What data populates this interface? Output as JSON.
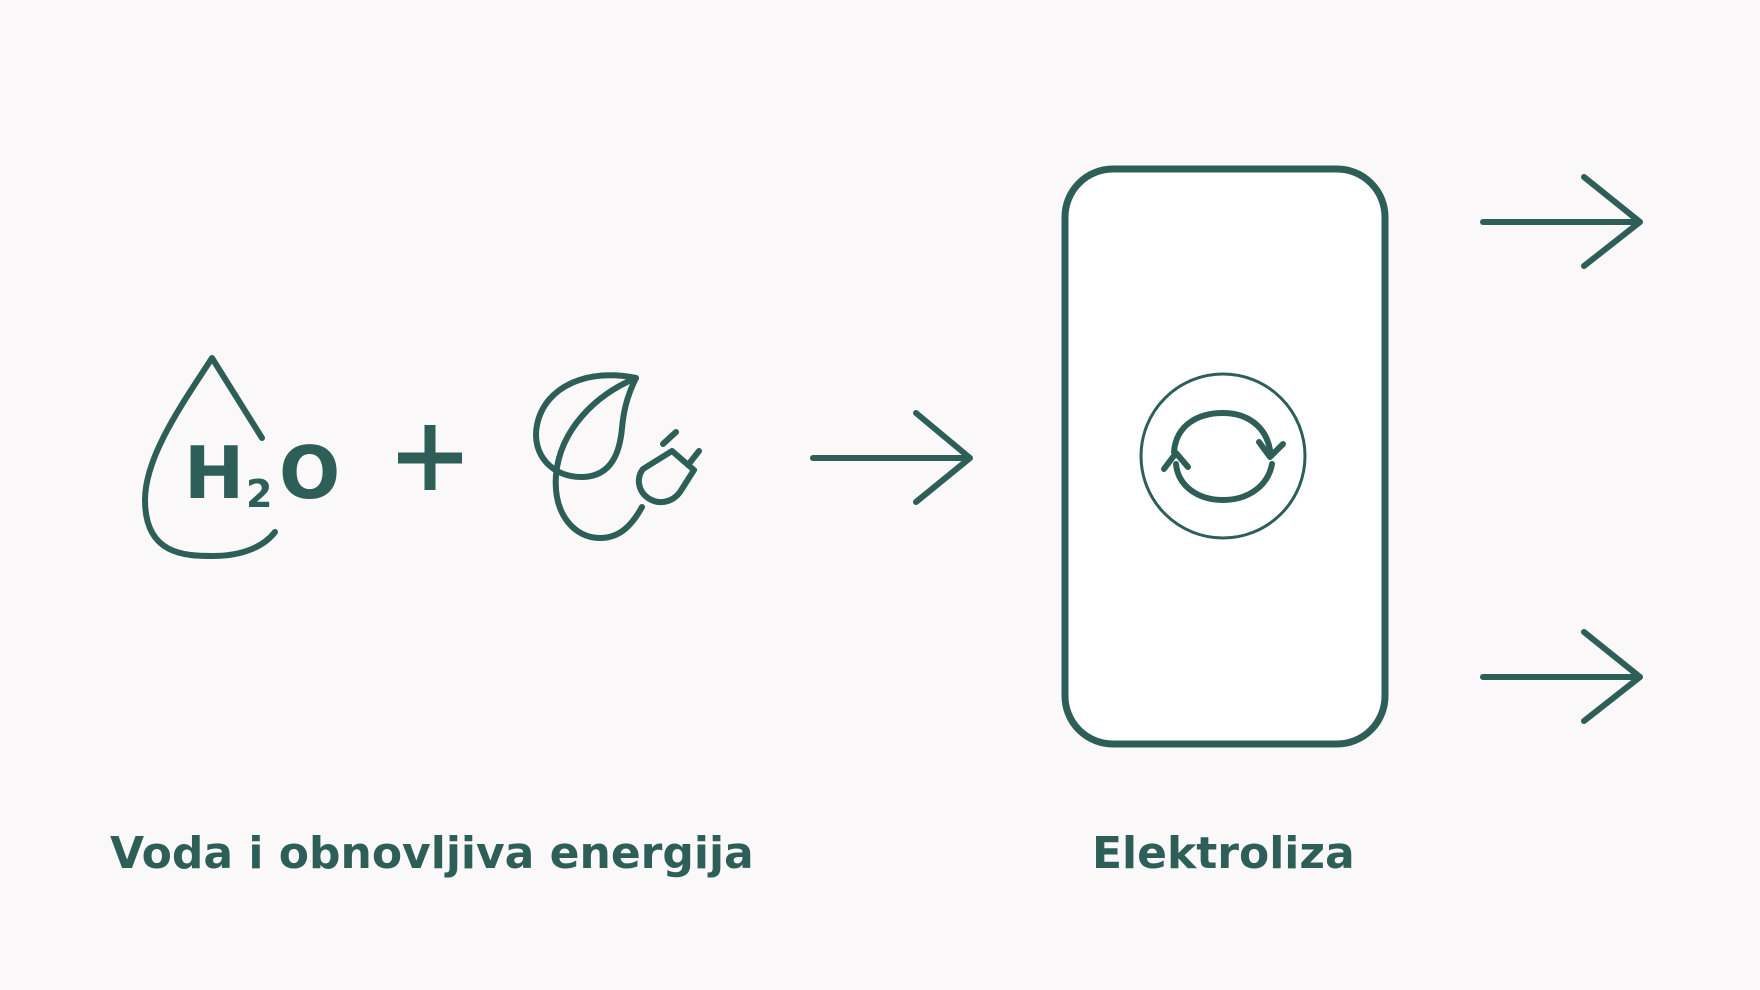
{
  "colors": {
    "stroke": "#2d5f58",
    "background": "#faf8f8",
    "box_fill": "#ffffff"
  },
  "water": {
    "icon": "water-drop-icon",
    "formula_main": "H",
    "formula_sub": "2",
    "formula_end": "O"
  },
  "plus": {
    "icon": "plus-icon"
  },
  "energy": {
    "icon": "leaf-plug-icon"
  },
  "electrolyzer": {
    "icon": "cycle-arrows-icon"
  },
  "labels": {
    "left": "Voda i obnovljiva energija",
    "right": "Elektroliza"
  },
  "arrows": {
    "icon": "arrow-right-icon"
  }
}
